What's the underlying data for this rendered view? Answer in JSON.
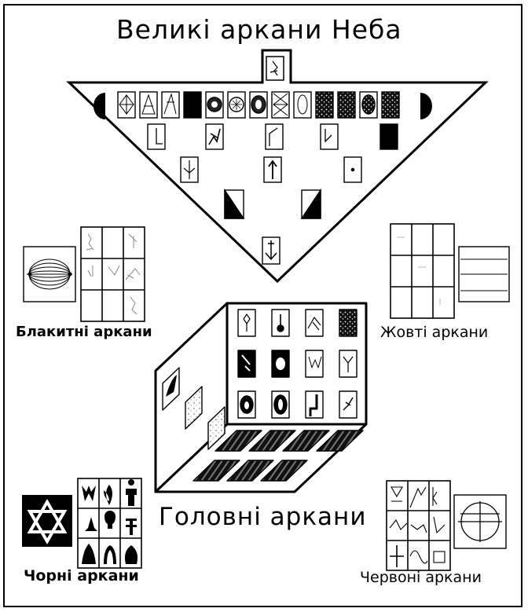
{
  "title": "Великі аркани Неба",
  "labels": {
    "blue": "Блакитні аркани",
    "yellow": "Жовті аркани",
    "main": "Головні аркани",
    "black": "Чорні аркани",
    "red": "Червоні аркани"
  }
}
